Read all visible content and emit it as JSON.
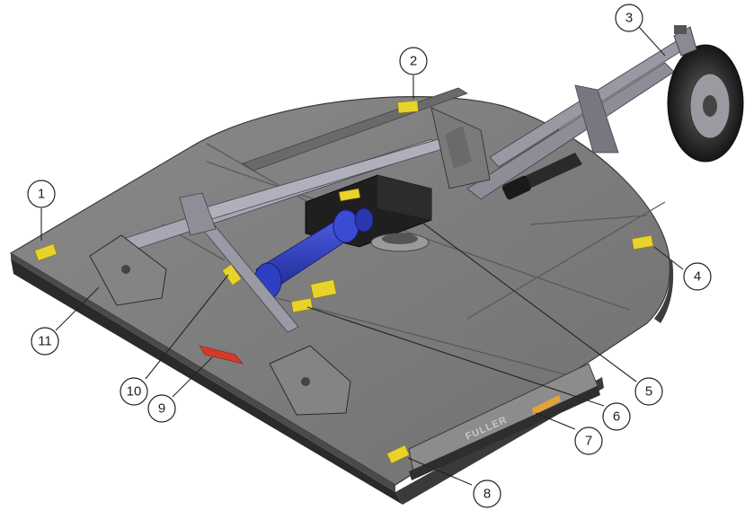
{
  "brand": {
    "label": "FULLER",
    "accent_color": "#e3a33a",
    "side_logo_color": "#d23a2a"
  },
  "colors": {
    "deck": "#7d7d7d",
    "deck_dark": "#5e5e5e",
    "deck_edge": "#2f2f2f",
    "driveshaft": "#2f3fc4",
    "decal": "#e8d32a"
  },
  "callouts": [
    {
      "id": "1",
      "label": "1"
    },
    {
      "id": "2",
      "label": "2"
    },
    {
      "id": "3",
      "label": "3"
    },
    {
      "id": "4",
      "label": "4"
    },
    {
      "id": "5",
      "label": "5"
    },
    {
      "id": "6",
      "label": "6"
    },
    {
      "id": "7",
      "label": "7"
    },
    {
      "id": "8",
      "label": "8"
    },
    {
      "id": "9",
      "label": "9"
    },
    {
      "id": "10",
      "label": "10"
    },
    {
      "id": "11",
      "label": "11"
    }
  ]
}
